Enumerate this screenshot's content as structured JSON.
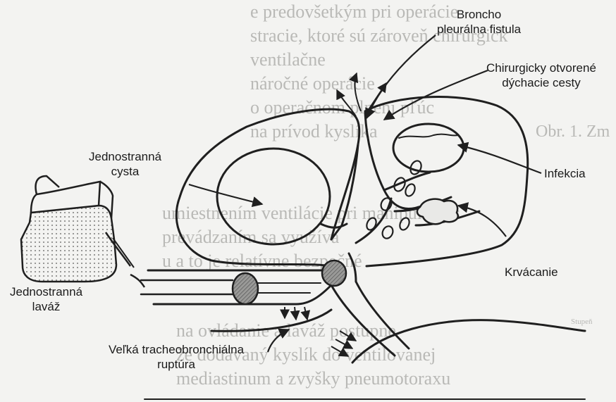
{
  "labels": {
    "broncho_fistula": [
      "Broncho",
      "pleurálna fistula"
    ],
    "surgical_airways": [
      "Chirurgicky otvorené",
      "dýchacie cesty"
    ],
    "unilateral_cyst": [
      "Jednostranná",
      "cysta"
    ],
    "infection": "Infekcia",
    "bleeding": "Krvácanie",
    "unilateral_lavage": [
      "Jednostranná",
      "laváž"
    ],
    "tracheobronchial_rupture": [
      "Veľká tracheobronchiálna",
      "ruptúra"
    ]
  },
  "background_text": {
    "top_right": [
      "e predovšetkým pri operácie",
      "stracie, ktoré sú zároveň chirurgick",
      "ventilačne",
      "náročné operácie",
      "o operačnom plnení pľúc",
      "na prívod kyslíka"
    ],
    "bottom_right": [
      "umiestnením ventilácie pri manipulácii s",
      "prevádzaním sa využíva",
      "u a  to  je  relatívne  bezpečné"
    ],
    "bottom": [
      "na ovládanie  a  laváž  postupne",
      "že dodávaný kyslík do ventilovanej",
      "mediastinum a  zvyšky pneumotoraxu"
    ],
    "right_margin": [
      "Obr. 1. Zm",
      "Stupeň"
    ]
  },
  "colors": {
    "ink": "#1f1f1f",
    "paper": "#f3f3f1",
    "cuff_fill": "#8a8a88"
  }
}
